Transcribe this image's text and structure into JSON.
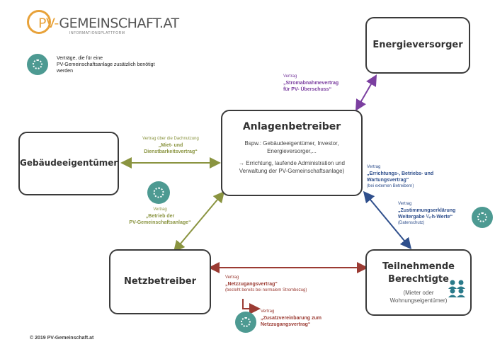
{
  "logo": {
    "name_prefix": "PV-",
    "name_main": "GEMEINSCHAFT.AT",
    "tagline": "INFORMATIONSPLATTFORM"
  },
  "legend": {
    "text_line1": "Verträge, die für eine",
    "text_line2": "PV-Gemeinschaftsanlage zusätzlich benötigt",
    "text_line3": "werden"
  },
  "boxes": {
    "energieversorger": "Energieversorger",
    "anlagenbetreiber": {
      "title": "Anlagenbetreiber",
      "line1": "Bspw.: Gebäudeeigentümer, Investor,",
      "line2": "Energieversorger,...",
      "line3": "→ Errichtung, laufende Administration und",
      "line4": "Verwaltung der PV-Gemeinschaftsanlage)"
    },
    "gebaeudeeigentuemer": "Gebäudeeigentümer",
    "netzbetreiber": "Netzbetreiber",
    "teilnehmende": {
      "title_line1": "Teilnehmende",
      "title_line2": "Berechtigte",
      "sub_line1": "(Mieter oder",
      "sub_line2": "Wohnungseigentümer)"
    }
  },
  "contracts": {
    "strom": {
      "label": "Vertrag",
      "name_line1": "„Stromabnahmevertrag",
      "name_line2": "für PV- Überschuss“"
    },
    "miet": {
      "label": "Vertrag über die Dachnutzung",
      "name_line1": "„Miet- und",
      "name_line2": "Dienstbarkeitsvertrag“"
    },
    "betrieb": {
      "label": "Vertrag",
      "name_line1": "„Betrieb der",
      "name_line2": "PV-Gemeinschaftsanlage“"
    },
    "errichtung": {
      "label": "Vertrag",
      "name_line1": "„Errichtungs-, Betriebs- und",
      "name_line2": "Wartungsvertrag“",
      "note": "(bei externen Betreibern)"
    },
    "zustimmung": {
      "label": "Vertrag",
      "name_line1": "„Zustimmungserklärung",
      "name_line2": "Weitergabe ¼-h-Werte“",
      "note": "(Datenschutz)"
    },
    "netzzugang": {
      "label": "Vertrag",
      "name": "„Netzzugangsvertrag“",
      "note": "(besteht bereits  bei normalem Strombezug)"
    },
    "zusatz": {
      "label": "Vertrag",
      "name_line1": "„Zusatzvereinbarung zum",
      "name_line2": "Netzzugangsvertrag“"
    }
  },
  "footer": {
    "copyright": "© 2019 PV-Gemeinschaft.at"
  },
  "colors": {
    "purple": "#7b3fa0",
    "olive": "#8a9440",
    "blue": "#2f4f8c",
    "red": "#9b3b33",
    "teal": "#4d9a92",
    "logo_orange": "#e8a23a"
  },
  "icons": [
    "gear-icon",
    "people-icon"
  ]
}
